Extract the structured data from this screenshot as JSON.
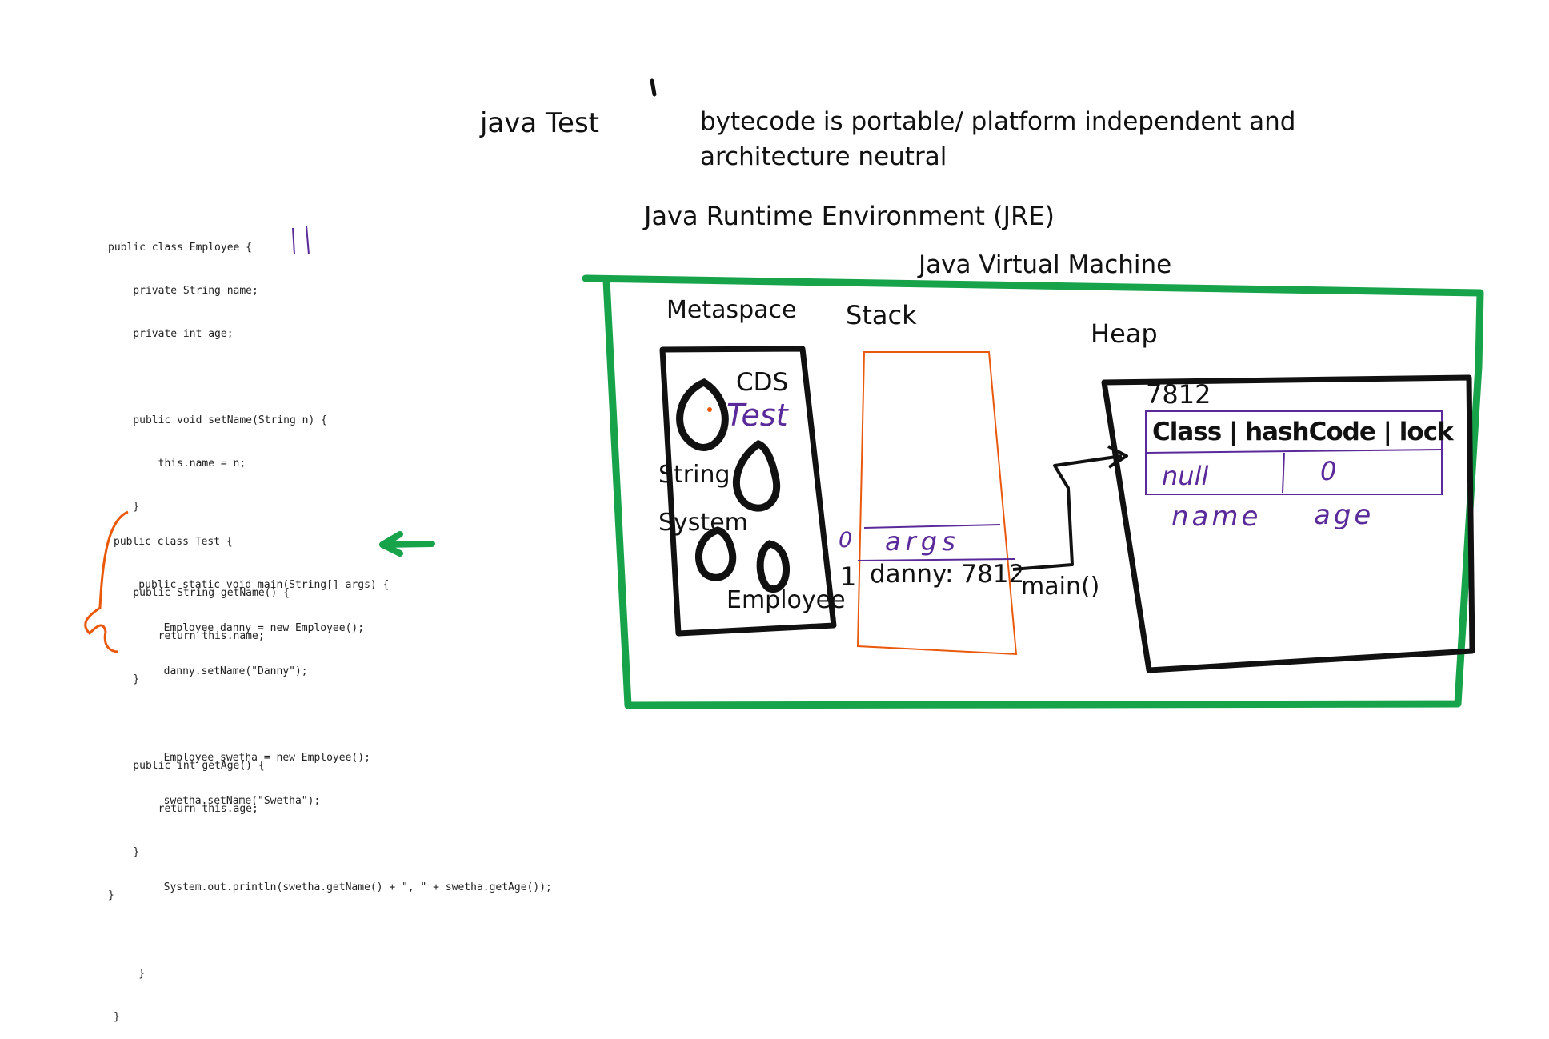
{
  "header": {
    "command": "java Test",
    "bytecode_line1": "bytecode is portable/ platform independent and",
    "bytecode_line2": "architecture neutral",
    "jre_title": "Java Runtime Environment (JRE)",
    "jvm_title": "Java Virtual Machine"
  },
  "code": {
    "employee": [
      "public class Employee {",
      "    private String name;",
      "    private int age;",
      "",
      "    public void setName(String n) {",
      "        this.name = n;",
      "    }",
      "",
      "    public String getName() {",
      "        return this.name;",
      "    }",
      "",
      "    public int getAge() {",
      "        return this.age;",
      "    }",
      "}"
    ],
    "test": [
      "public class Test {",
      "    public static void main(String[] args) {",
      "        Employee danny = new Employee();",
      "        danny.setName(\"Danny\");",
      "",
      "        Employee swetha = new Employee();",
      "        swetha.setName(\"Swetha\");",
      "",
      "        System.out.println(swetha.getName() + \", \" + swetha.getAge());",
      "",
      "    }",
      "}"
    ]
  },
  "metaspace": {
    "label": "Metaspace",
    "cds": "CDS",
    "test": "Test",
    "string": "String",
    "system": "System",
    "employee": "Employee"
  },
  "stack": {
    "label": "Stack",
    "args_index": "0",
    "args": "args",
    "danny_index": "1",
    "danny_ref": "danny: 7812",
    "frame": "main()"
  },
  "heap": {
    "label": "Heap",
    "address": "7812",
    "header_fields": "Class | hashCode | lock",
    "name_value": "null",
    "age_value": "0",
    "name_field": "name",
    "age_field": "age"
  },
  "colors": {
    "jvm_border": "#16a34a",
    "stack_border": "#ea580c",
    "annotation": "#5a2a9a",
    "ink": "#111111",
    "code_brace": "#ea580c",
    "arrow": "#16a34a"
  }
}
